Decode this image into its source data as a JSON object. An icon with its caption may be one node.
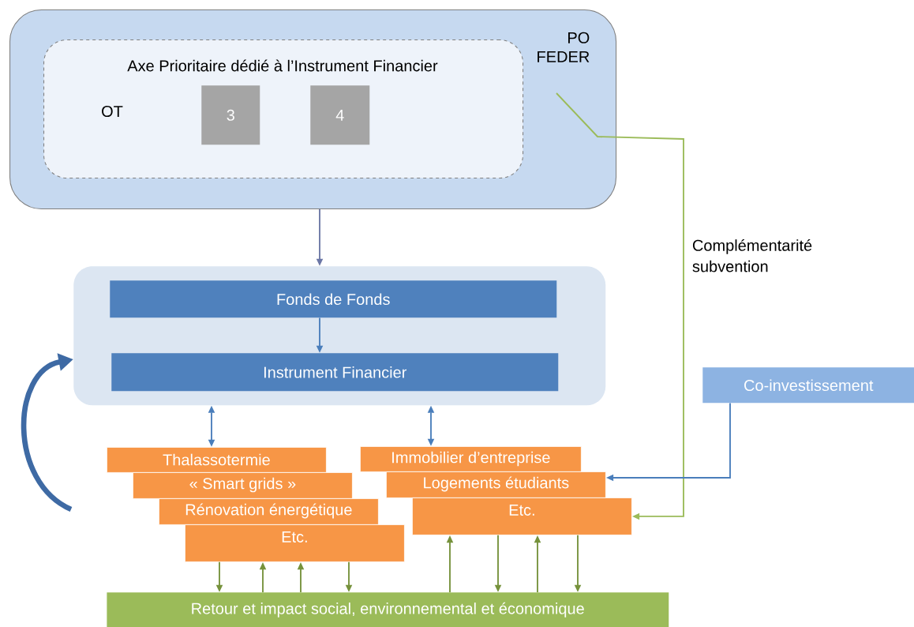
{
  "diagram": {
    "nodes": [
      {
        "text": [
          "PO FEDER"
        ]
      },
      {
        "text": [
          "Axe Prioritaire dédié à l’Instrument Financier",
          "OT"
        ],
        "in": 0
      },
      {
        "text": [
          "3"
        ],
        "in": 1
      },
      {
        "text": [
          "4"
        ],
        "in": 1
      },
      {
        "text": [],
        "shape": "box"
      },
      {
        "text": [
          "Fonds de Fonds"
        ],
        "in": 4
      },
      {
        "text": [
          "Instrument Financier"
        ],
        "in": 4
      },
      {
        "text": [
          "Co-investissement"
        ]
      },
      {
        "text": [
          "Thalassotermie"
        ]
      },
      {
        "text": [
          "« Smart grids »"
        ]
      },
      {
        "text": [
          "Rénovation énergétique"
        ]
      },
      {
        "text": [
          "Etc."
        ]
      },
      {
        "text": [
          "Immobilier d’entreprise"
        ]
      },
      {
        "text": [
          "Logements étudiants"
        ]
      },
      {
        "text": [
          "Etc."
        ]
      },
      {
        "text": [
          "Retour et impact social, environnemental et économique"
        ]
      }
    ],
    "edges": [
      {
        "from": 0,
        "to": 4,
        "arrow": "to",
        "color": "#6c77a6"
      },
      {
        "from": 5,
        "to": 6,
        "arrow": "to",
        "color": "#4a7ebb"
      },
      {
        "from": 4,
        "to": 8,
        "arrow": "both",
        "color": "#4a7ebb"
      },
      {
        "from": 4,
        "to": 12,
        "arrow": "both",
        "color": "#4a7ebb"
      },
      {
        "from": 0,
        "to": 14,
        "arrow": "to",
        "label": "Complémentarité subvention",
        "color": "#9bbb59"
      },
      {
        "from": 7,
        "to": 13,
        "arrow": "to",
        "color": "#4a7ebb"
      },
      {
        "from": null,
        "to": 4,
        "arrow": "to",
        "style": "thick",
        "color": "#3e6aa4"
      },
      {
        "from": 11,
        "to": 15,
        "arrow": "to",
        "color": "#76923c"
      },
      {
        "from": 15,
        "to": 11,
        "arrow": "to",
        "color": "#76923c"
      },
      {
        "from": 15,
        "to": 11,
        "arrow": "to",
        "color": "#76923c"
      },
      {
        "from": 11,
        "to": 15,
        "arrow": "to",
        "color": "#76923c"
      },
      {
        "from": 15,
        "to": 14,
        "arrow": "to",
        "color": "#76923c"
      },
      {
        "from": 14,
        "to": 15,
        "arrow": "to",
        "color": "#76923c"
      },
      {
        "from": 15,
        "to": 14,
        "arrow": "to",
        "color": "#76923c"
      },
      {
        "from": 14,
        "to": 15,
        "arrow": "to",
        "color": "#76923c"
      }
    ]
  }
}
